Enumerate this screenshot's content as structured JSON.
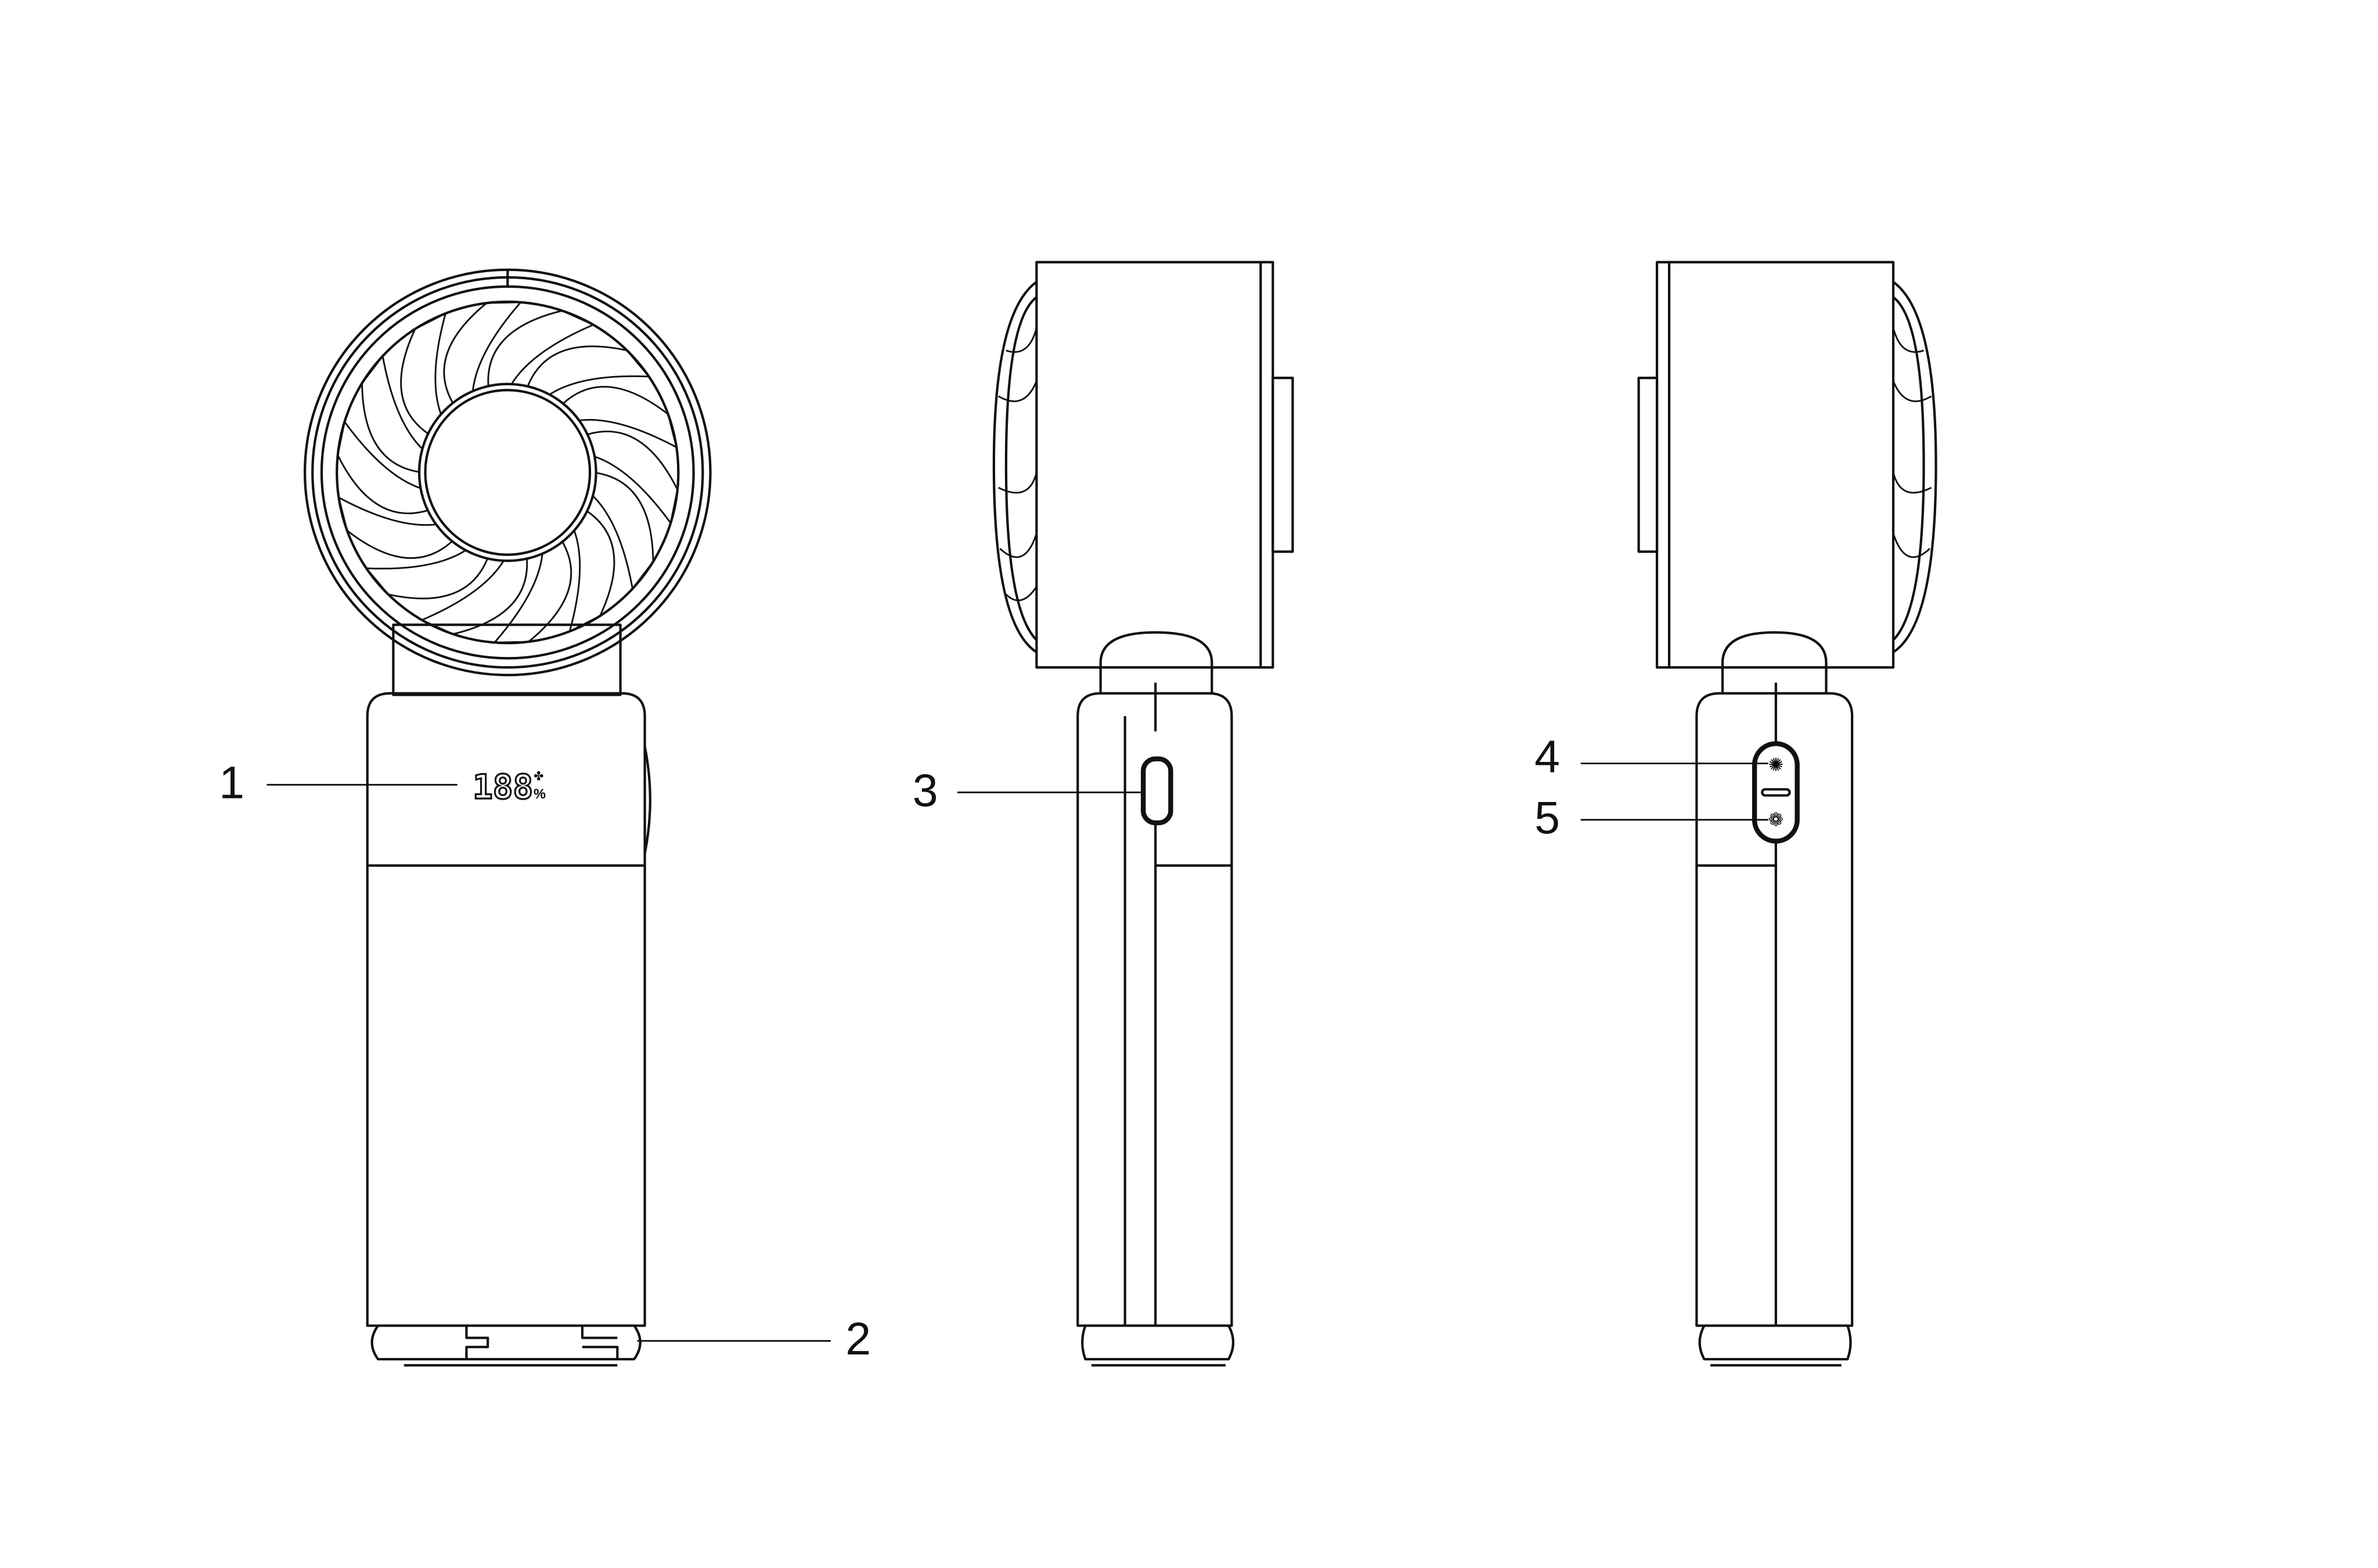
{
  "diagram": {
    "type": "product-line-drawing",
    "views": [
      "front",
      "side-left",
      "side-right"
    ],
    "display_readout": "188",
    "display_unit": "%",
    "callouts": [
      {
        "number": "1",
        "target": "display"
      },
      {
        "number": "2",
        "target": "base-stand"
      },
      {
        "number": "3",
        "target": "usb-c-port"
      },
      {
        "number": "4",
        "target": "fan-speed-button"
      },
      {
        "number": "5",
        "target": "cooling-button"
      }
    ]
  },
  "colors": {
    "line": "#111111",
    "background": "#ffffff"
  }
}
